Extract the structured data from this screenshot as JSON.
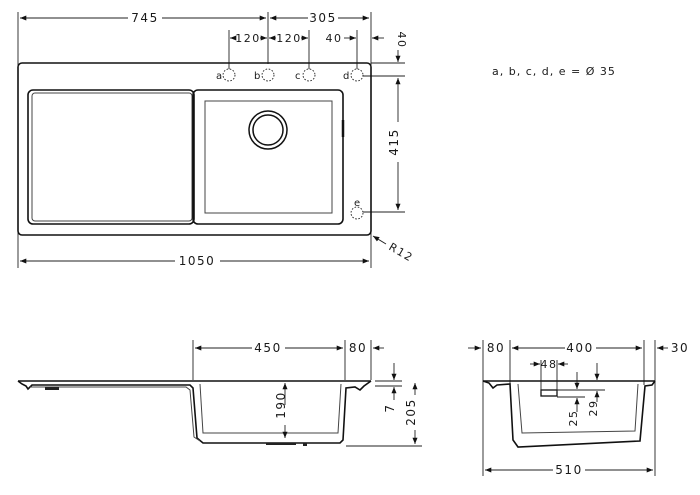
{
  "top_view": {
    "dims": {
      "width_left": "745",
      "width_right": "305",
      "hole_spacing_1": "120",
      "hole_spacing_2": "120",
      "hole_offset_right": "40",
      "hole_offset_top": "40",
      "bowl_depth": "415",
      "total_width": "1050",
      "corner_radius": "R12"
    },
    "holes": [
      {
        "label": "a"
      },
      {
        "label": "b"
      },
      {
        "label": "c"
      },
      {
        "label": "d"
      },
      {
        "label": "e"
      }
    ],
    "legend": "a, b, c, d, e = Ø 35"
  },
  "side_view": {
    "dims": {
      "bowl_width": "450",
      "rim_right": "80",
      "bowl_depth": "190",
      "rim_thickness": "7",
      "total_height": "205"
    }
  },
  "end_view": {
    "dims": {
      "left_rim": "80",
      "bowl_width": "400",
      "right_rim": "30",
      "overflow_width": "48",
      "overflow_offset_25": "25",
      "overflow_offset_29": "29",
      "total_width": "510"
    }
  },
  "colors": {
    "line": "#111111",
    "background": "#ffffff"
  }
}
